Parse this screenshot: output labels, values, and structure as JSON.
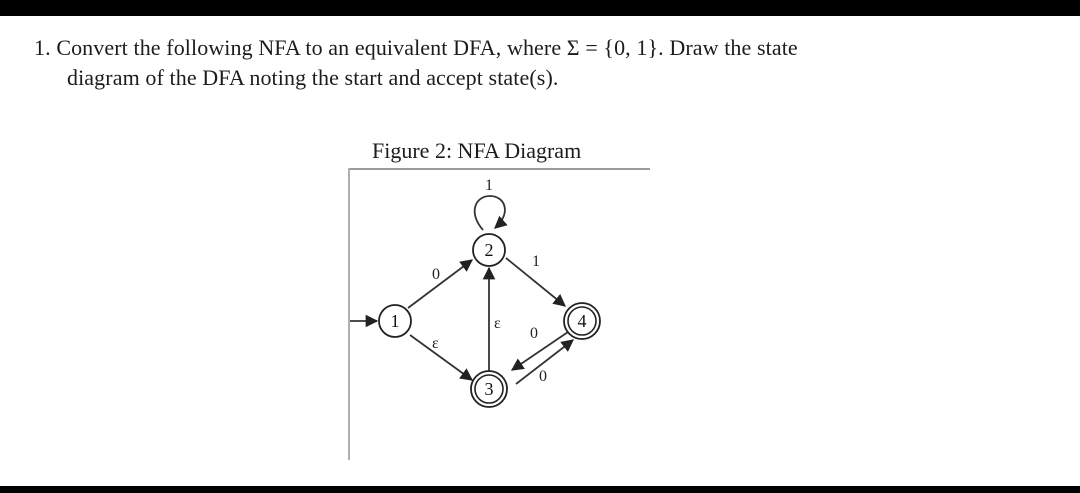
{
  "question": {
    "number": "1.",
    "line1": "Convert the following NFA to an equivalent DFA, where Σ = {0, 1}. Draw the state",
    "line2": "diagram of the DFA noting the start and accept state(s)."
  },
  "figure": {
    "caption": "Figure 2: NFA Diagram",
    "states": [
      {
        "id": "1",
        "label": "1",
        "start": true,
        "accept": false
      },
      {
        "id": "2",
        "label": "2",
        "start": false,
        "accept": false
      },
      {
        "id": "3",
        "label": "3",
        "start": false,
        "accept": true
      },
      {
        "id": "4",
        "label": "4",
        "start": false,
        "accept": true
      }
    ],
    "transitions": [
      {
        "from": "2",
        "to": "2",
        "label": "1"
      },
      {
        "from": "1",
        "to": "2",
        "label": "0"
      },
      {
        "from": "2",
        "to": "4",
        "label": "1"
      },
      {
        "from": "1",
        "to": "3",
        "label": "ε"
      },
      {
        "from": "3",
        "to": "2",
        "label": "ε"
      },
      {
        "from": "4",
        "to": "3",
        "label": "0"
      },
      {
        "from": "3",
        "to": "4",
        "label": "0"
      }
    ]
  }
}
